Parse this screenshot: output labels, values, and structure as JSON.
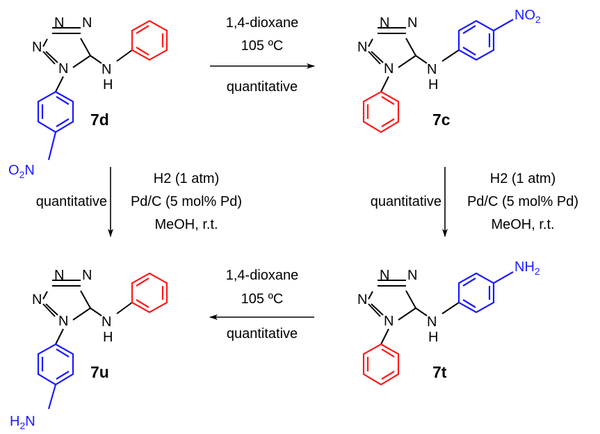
{
  "compounds": {
    "c7d": {
      "label": "7d",
      "substituent": "O2N"
    },
    "c7c": {
      "label": "7c",
      "substituent": "NO2"
    },
    "c7t": {
      "label": "7t",
      "substituent": "NH2"
    },
    "c7u": {
      "label": "7u",
      "substituent": "H2N"
    }
  },
  "atoms": {
    "N": "N",
    "NH_N": "N",
    "NH_H": "H"
  },
  "arrows": {
    "top": {
      "solvent": "1,4-dioxane",
      "temp": "105 ºC",
      "yield": "quantitative"
    },
    "bottom": {
      "solvent": "1,4-dioxane",
      "temp": "105 ºC",
      "yield": "quantitative"
    },
    "left": {
      "reagent": "H2 (1 atm)",
      "catalyst": "Pd/C (5 mol% Pd)",
      "conditions": "MeOH, r.t.",
      "yield": "quantitative"
    },
    "right": {
      "reagent": "H2 (1 atm)",
      "catalyst": "Pd/C (5 mol% Pd)",
      "conditions": "MeOH, r.t.",
      "yield": "quantitative"
    }
  },
  "colors": {
    "phenyl_ring": "#ff1a1a",
    "nitro_aniline_ring": "#1a1aff",
    "bonds": "#000000"
  }
}
